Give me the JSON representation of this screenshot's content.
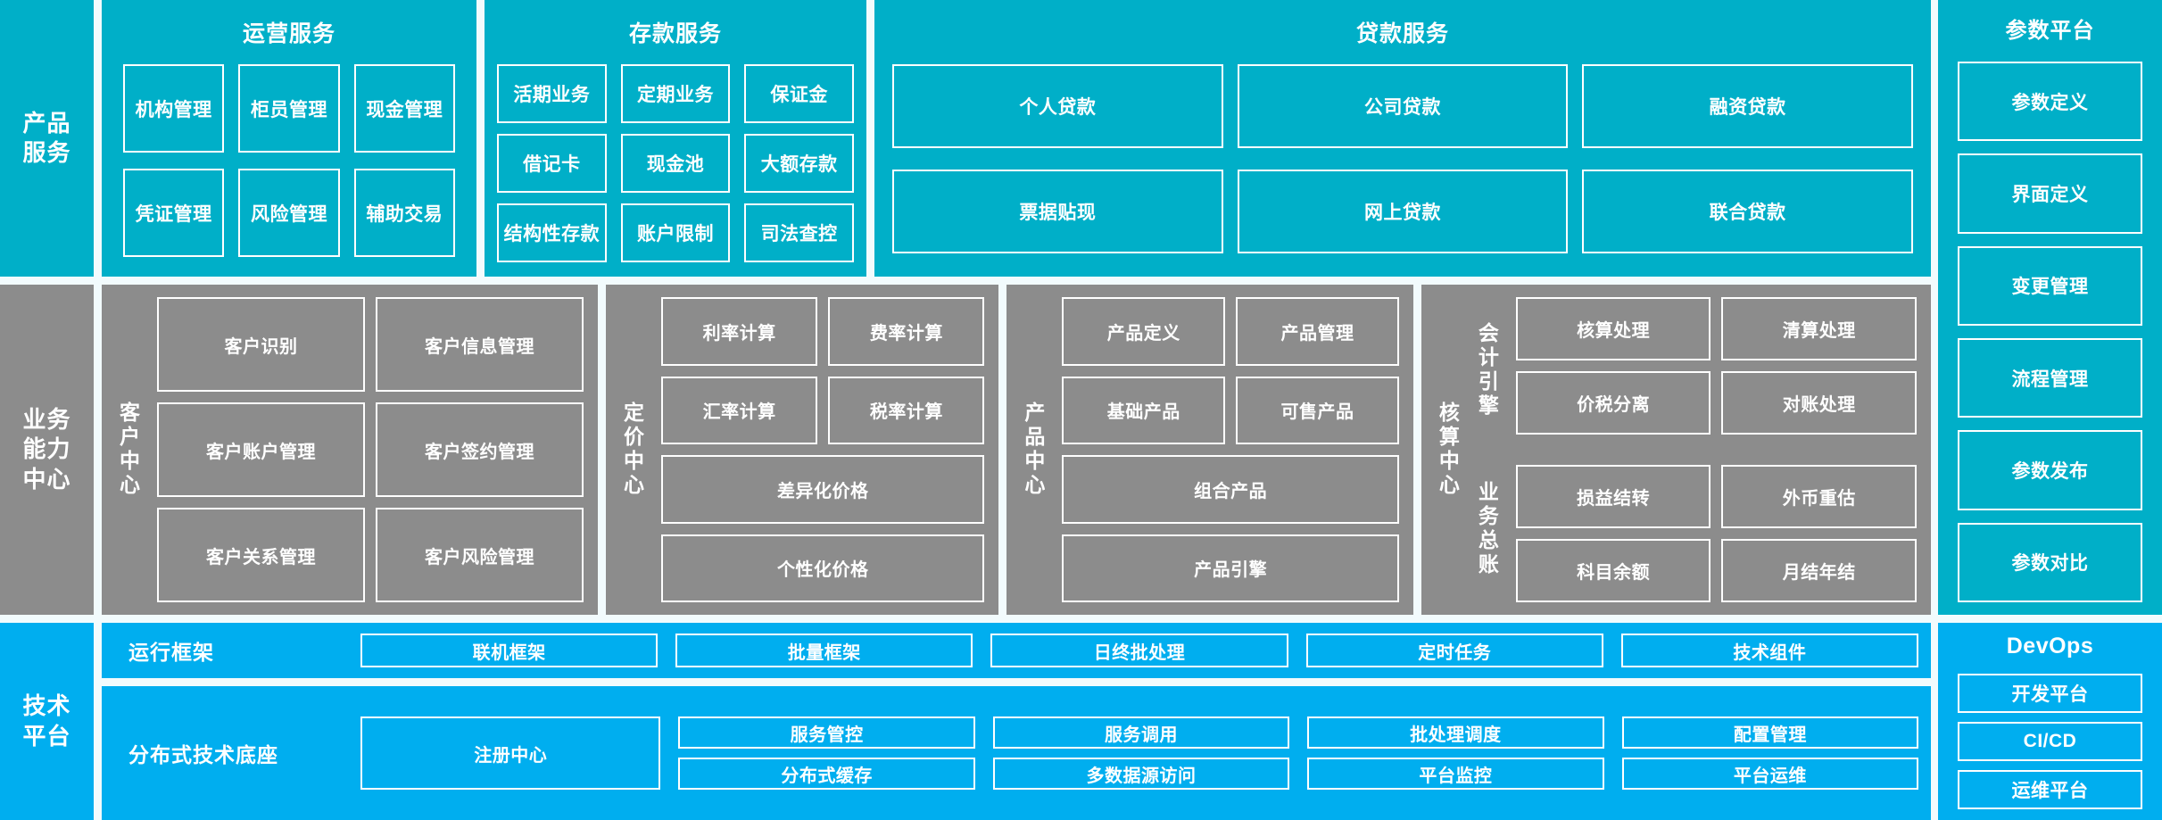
{
  "bands": {
    "product": {
      "label": "产品\n服务",
      "label_lines": [
        "产品",
        "服务"
      ],
      "groups": [
        {
          "id": "operation",
          "title": "运营服务",
          "rows": [
            [
              "机构管理",
              "柜员管理",
              "现金管理"
            ],
            [
              "凭证管理",
              "风险管理",
              "辅助交易"
            ]
          ]
        },
        {
          "id": "deposit",
          "title": "存款服务",
          "rows": [
            [
              "活期业务",
              "定期业务",
              "保证金"
            ],
            [
              "借记卡",
              "现金池",
              "大额存款"
            ],
            [
              "结构性存款",
              "账户限制",
              "司法查控"
            ]
          ]
        },
        {
          "id": "loan",
          "title": "贷款服务",
          "rows": [
            [
              "个人贷款",
              "公司贷款",
              "融资贷款"
            ],
            [
              "票据贴现",
              "网上贷款",
              "联合贷款"
            ]
          ]
        }
      ]
    },
    "capability": {
      "label_lines": [
        "业务",
        "能力",
        "中心"
      ],
      "centers": [
        {
          "id": "customer",
          "label": "客户中心",
          "sublabels": [],
          "rows": [
            [
              "客户识别",
              "客户信息管理"
            ],
            [
              "客户账户管理",
              "客户签约管理"
            ],
            [
              "客户关系管理",
              "客户风险管理"
            ]
          ]
        },
        {
          "id": "pricing",
          "label": "定价中心",
          "sublabels": [],
          "rows": [
            [
              "利率计算",
              "费率计算"
            ],
            [
              "汇率计算",
              "税率计算"
            ],
            [
              "差异化价格"
            ],
            [
              "个性化价格"
            ]
          ]
        },
        {
          "id": "product",
          "label": "产品中心",
          "sublabels": [],
          "rows": [
            [
              "产品定义",
              "产品管理"
            ],
            [
              "基础产品",
              "可售产品"
            ],
            [
              "组合产品"
            ],
            [
              "产品引擎"
            ]
          ]
        },
        {
          "id": "accounting",
          "label": "核算中心",
          "sublabels": [
            "会计引擎",
            "业务总账"
          ],
          "rows": [
            [
              "核算处理",
              "清算处理"
            ],
            [
              "价税分离",
              "对账处理"
            ],
            [
              "损益结转",
              "外币重估"
            ],
            [
              "科目余额",
              "月结年结"
            ]
          ]
        }
      ]
    },
    "tech": {
      "label_lines": [
        "技术",
        "平台"
      ],
      "strips": [
        {
          "id": "runtime",
          "label": "运行框架",
          "cells": [
            "联机框架",
            "批量框架",
            "日终批处理",
            "定时任务",
            "技术组件"
          ]
        },
        {
          "id": "base",
          "label": "分布式技术底座",
          "first_cell": "注册中心",
          "columns": [
            [
              "服务管控",
              "分布式缓存"
            ],
            [
              "服务调用",
              "多数据源访问"
            ],
            [
              "批处理调度",
              "平台监控"
            ],
            [
              "配置管理",
              "平台运维"
            ]
          ]
        }
      ]
    }
  },
  "right": {
    "param_platform": {
      "title": "参数平台",
      "items": [
        "参数定义",
        "界面定义",
        "变更管理",
        "流程管理",
        "参数发布",
        "参数对比"
      ]
    },
    "devops": {
      "title": "DevOps",
      "items": [
        "开发平台",
        "CI/CD",
        "运维平台"
      ]
    }
  },
  "colors": {
    "teal": "#00AFC8",
    "gray": "#8C8C8C",
    "blue": "#00AEEF",
    "background": "#F2FBFD",
    "border": "#FFFFFF",
    "text": "#FFFFFF"
  }
}
